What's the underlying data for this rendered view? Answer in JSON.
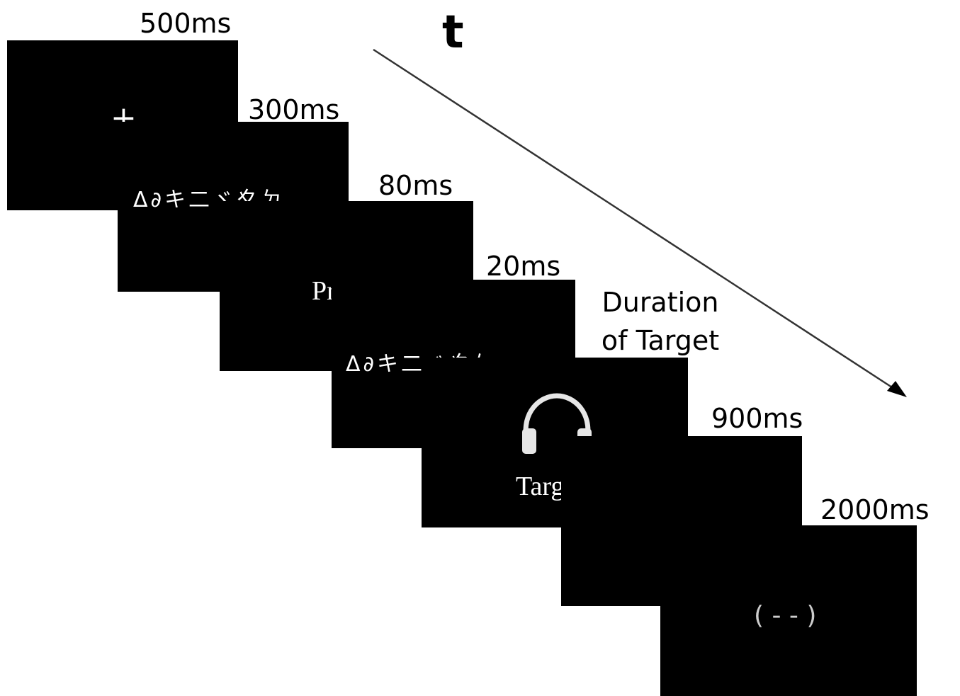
{
  "time_axis": {
    "label": "t"
  },
  "screens": [
    {
      "duration": "500ms",
      "content": "+",
      "content_type": "fixation"
    },
    {
      "duration": "300ms",
      "content": "ᐃ∂キ二ヾ夊ㄉ",
      "content_type": "mask"
    },
    {
      "duration": "80ms",
      "content": "Prime",
      "content_type": "prime"
    },
    {
      "duration": "20ms",
      "content": "ᐃ∂キ二ヾ夊ㄉ",
      "content_type": "mask"
    },
    {
      "duration_lines": [
        "Duration",
        "of Target"
      ],
      "content": "Target",
      "content_type": "target",
      "icon": "headphones-icon"
    },
    {
      "duration": "900ms",
      "content": "",
      "content_type": "blank"
    },
    {
      "duration": "2000ms",
      "content": "( - - )",
      "content_type": "response"
    }
  ],
  "colors": {
    "screen": "#000000",
    "background": "#ffffff",
    "screen_text": "#ffffff",
    "label_text": "#000000"
  }
}
